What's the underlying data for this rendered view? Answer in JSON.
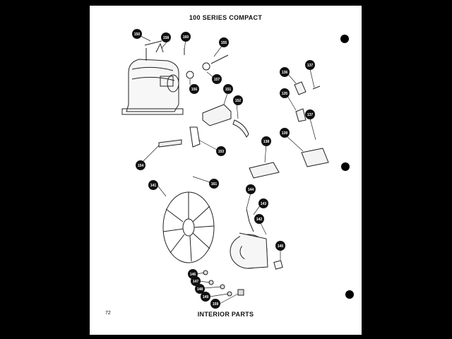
{
  "header": {
    "title": "100 SERIES COMPACT"
  },
  "footer": {
    "caption": "INTERIOR PARTS",
    "page_number": "72"
  },
  "callouts": [
    "150",
    "158",
    "160",
    "155",
    "157",
    "156",
    "151",
    "152",
    "153",
    "154",
    "161",
    "141",
    "144",
    "143",
    "142",
    "145",
    "146",
    "147",
    "148",
    "149",
    "159",
    "136",
    "137",
    "135",
    "137",
    "138",
    "139"
  ]
}
